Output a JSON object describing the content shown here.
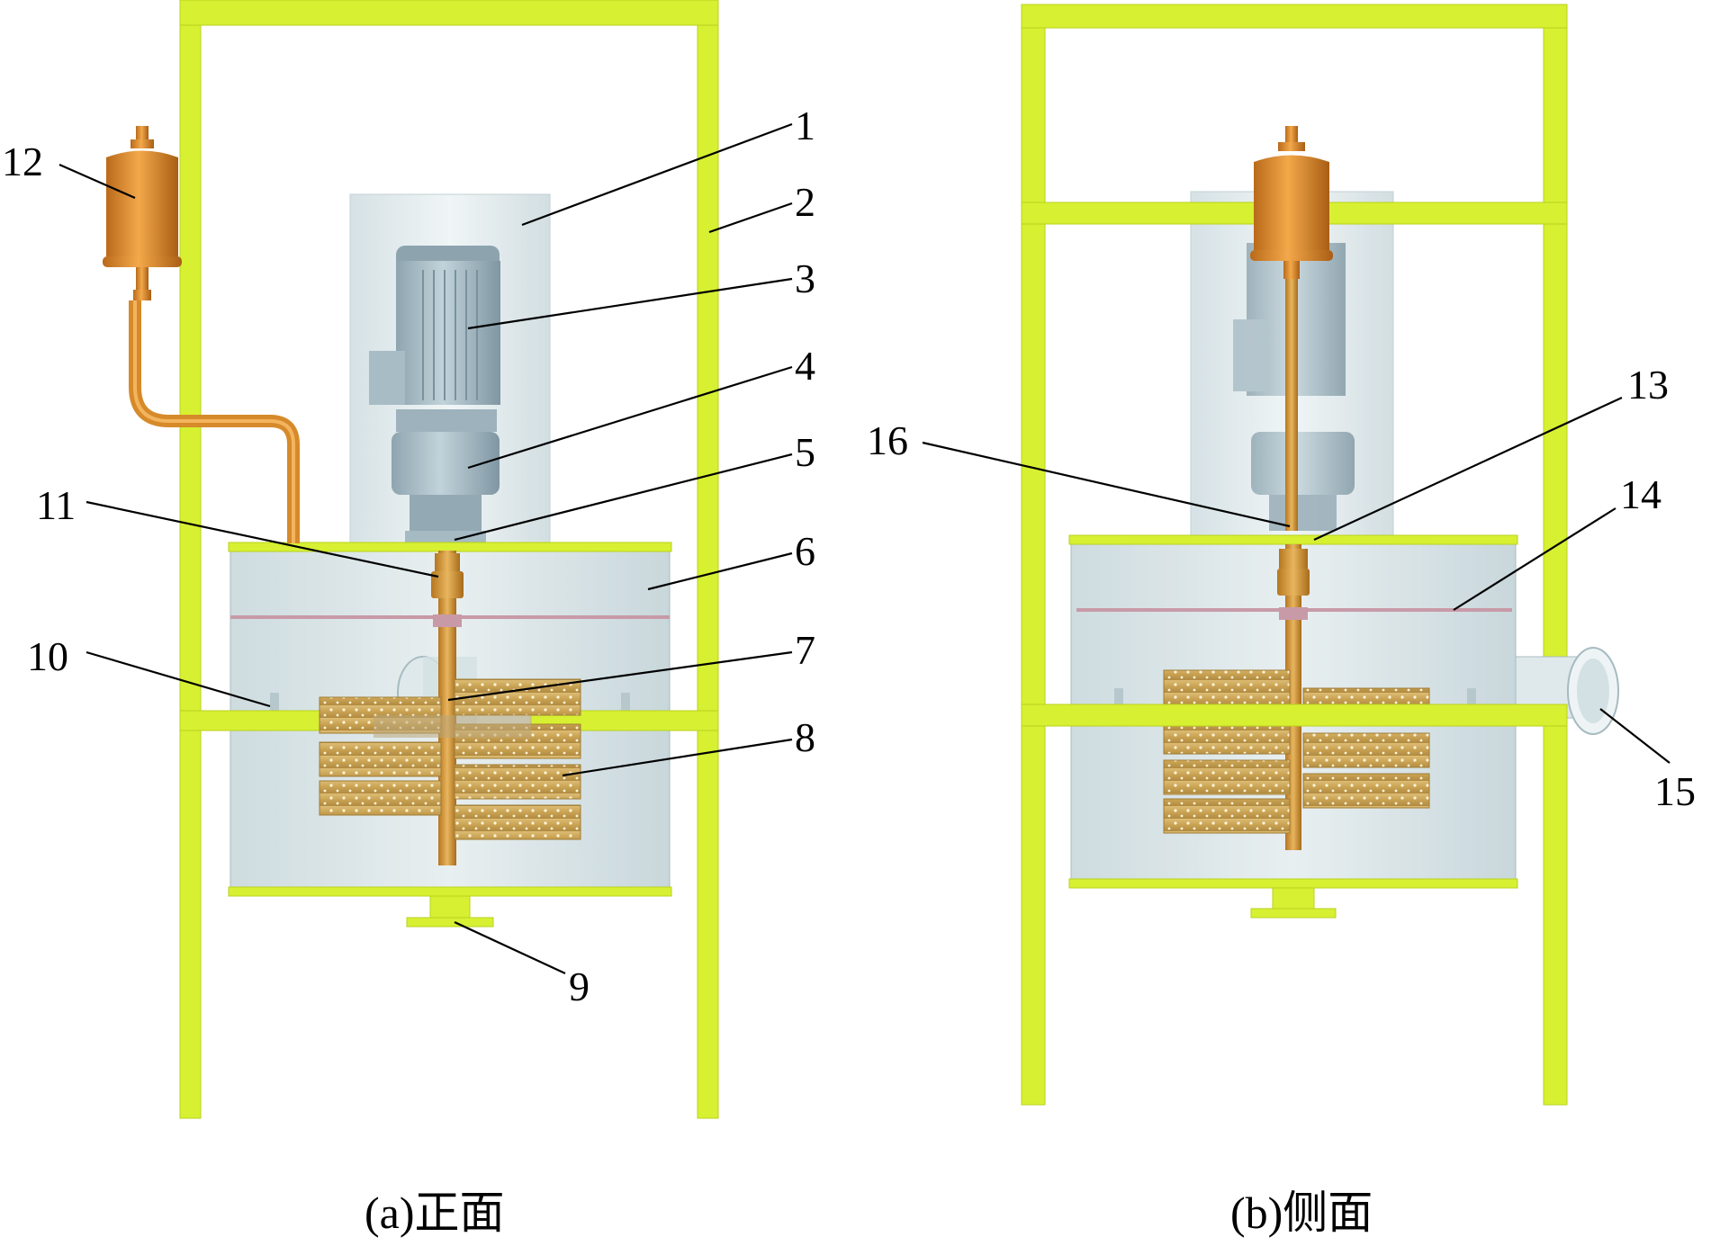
{
  "colors": {
    "frame": "#d7f032",
    "frame_edge": "#b9d21e",
    "housing": "#dbe7ea",
    "housing_edge": "#9fb4ba",
    "motor": "#9fb4be",
    "shaft": "#d0922e",
    "paddle": "#c8a45a",
    "pipe": "#d68a2a",
    "ring": "#c89aa8"
  },
  "views": [
    {
      "caption": "(a)正面",
      "callouts": [
        "1",
        "2",
        "3",
        "4",
        "5",
        "6",
        "7",
        "8",
        "9",
        "10",
        "11",
        "12"
      ]
    },
    {
      "caption": "(b)侧面",
      "callouts": [
        "13",
        "14",
        "15",
        "16"
      ]
    }
  ]
}
